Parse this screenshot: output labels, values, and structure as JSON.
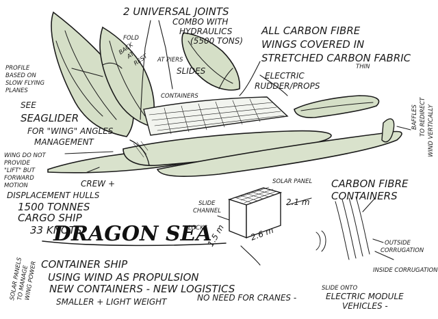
{
  "colors": {
    "ink": "#1a1a1a",
    "paper": "#ffffff",
    "hull_fill": "#d9e2cc",
    "wing_fill": "#d5dfc7",
    "container_fill": "#ffffff"
  },
  "title": "DRAGON SEA",
  "labels": {
    "joints_1": "2 UNIVERSAL JOINTS",
    "joints_2": "COMBO WITH",
    "joints_3": "HYDRAULICS",
    "joints_4": "(5500 TONS)",
    "carbon_1": "ALL CARBON FIBRE",
    "carbon_2": "WINGS COVERED IN",
    "carbon_3": "STRETCHED CARBON FABRIC",
    "carbon_thin": "THIN",
    "fold_1": "FOLD",
    "fold_2": "BACK",
    "fold_3": "AT",
    "fold_4": "REST",
    "fold_5": "AT PIERS",
    "profile_1": "PROFILE",
    "profile_2": "BASED ON",
    "profile_3": "SLOW FLYING",
    "profile_4": "PLANES",
    "slides": "SLIDES",
    "electric_1": "ELECTRIC",
    "electric_2": "RUDDER/PROPS",
    "containers": "CONTAINERS",
    "see": "SEE",
    "seaglider": "SEAGLIDER",
    "for_wing": "FOR \"WING\" ANGLES",
    "management": "MANAGEMENT",
    "wing_1": "WING DO NOT",
    "wing_2": "PROVIDE",
    "wing_3": "\"LIFT\" BUT",
    "wing_4": "FORWARD",
    "wing_5": "MOTION",
    "baffles_1": "BAFFLES",
    "baffles_2": "TO REDIRECT",
    "baffles_3": "WIND VERTICALLY",
    "crew": "CREW +",
    "displacement": "DISPLACEMENT HULLS",
    "tonnes_1": "1500 TONNES",
    "tonnes_2": "CARGO SHIP",
    "tonnes_3": "33 KNOTS",
    "solar_panel": "SOLAR PANEL",
    "carbon_cont_1": "CARBON FIBRE",
    "carbon_cont_2": "CONTAINERS",
    "slide_1": "SLIDE",
    "slide_2": "CHANNEL",
    "dim_1": "2.1 m",
    "dim_2": "1.5 m",
    "dim_3": "2.6 m",
    "locks": "LOCKS",
    "outside_1": "OUTSIDE",
    "outside_2": "CORRUGATION",
    "inside": "INSIDE CORRUGATION",
    "solar_side_1": "SOLAR PANELS",
    "solar_side_2": "TO MANAGE",
    "solar_side_3": "WING POWER",
    "container_ship": "CONTAINER SHIP",
    "using_wind": "USING WIND AS PROPULSION",
    "new_containers": "NEW CONTAINERS - NEW LOGISTICS",
    "smaller": "SMALLER + LIGHT WEIGHT",
    "no_need": "NO NEED FOR CRANES -",
    "slide_onto": "SLIDE ONTO",
    "electric_module": "ELECTRIC MODULE",
    "vehicles": "VEHICLES -"
  }
}
